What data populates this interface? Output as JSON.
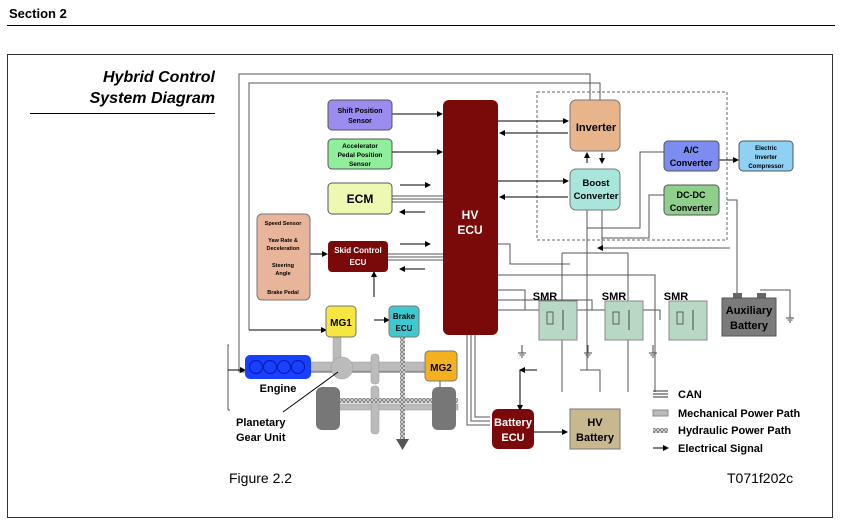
{
  "header": {
    "section": "Section 2"
  },
  "figure": {
    "title_line1": "Hybrid Control",
    "title_line2": "System Diagram",
    "caption": "Figure 2.2",
    "code": "T071f202c"
  },
  "blocks": {
    "shift_sensor": [
      "Shift Position",
      "Sensor"
    ],
    "accel_sensor": [
      "Accelerator",
      "Pedal Position",
      "Sensor"
    ],
    "ecm": "ECM",
    "hv_ecu": [
      "HV",
      "ECU"
    ],
    "inverter": "Inverter",
    "boost": [
      "Boost",
      "Converter"
    ],
    "ac_conv": [
      "A/C",
      "Converter"
    ],
    "dcdc": [
      "DC-DC",
      "Converter"
    ],
    "compressor": [
      "Electric",
      "Inverter",
      "Compressor"
    ],
    "sensors": [
      "Speed Sensor",
      "Yaw Rate &",
      "Deceleration",
      "Steering",
      "Angle",
      "Brake Pedal"
    ],
    "skid": [
      "Skid Control",
      "ECU"
    ],
    "mg1": "MG1",
    "mg2": "MG2",
    "brake_ecu": [
      "Brake",
      "ECU"
    ],
    "smr": "SMR",
    "aux_battery": [
      "Auxiliary",
      "Battery"
    ],
    "engine": "Engine",
    "planetary": [
      "Planetary",
      "Gear Unit"
    ],
    "battery_ecu": [
      "Battery",
      "ECU"
    ],
    "hv_battery": [
      "HV",
      "Battery"
    ]
  },
  "legend": [
    {
      "key": "can",
      "label": "CAN"
    },
    {
      "key": "mech",
      "label": "Mechanical Power Path"
    },
    {
      "key": "hyd",
      "label": "Hydraulic Power Path"
    },
    {
      "key": "elec",
      "label": "Electrical Signal"
    }
  ],
  "colors": {
    "hv_ecu": "#7a0a0a",
    "shift": "#9b8cf0",
    "accel": "#8fef9a",
    "ecm": "#eef8b0",
    "inverter": "#e8b48c",
    "boost": "#a8e6dc",
    "ac": "#7d8cf0",
    "dcdc": "#8fcf8c",
    "compressor": "#8fd0f5",
    "sensors": "#e8b49a",
    "mg1": "#f5e640",
    "mg2": "#f5b020",
    "brake": "#40c8d0",
    "engine": "#1a40ff",
    "smr": "#b8d8c4",
    "aux": "#7a7a7a",
    "hv_battery": "#c8b890"
  }
}
